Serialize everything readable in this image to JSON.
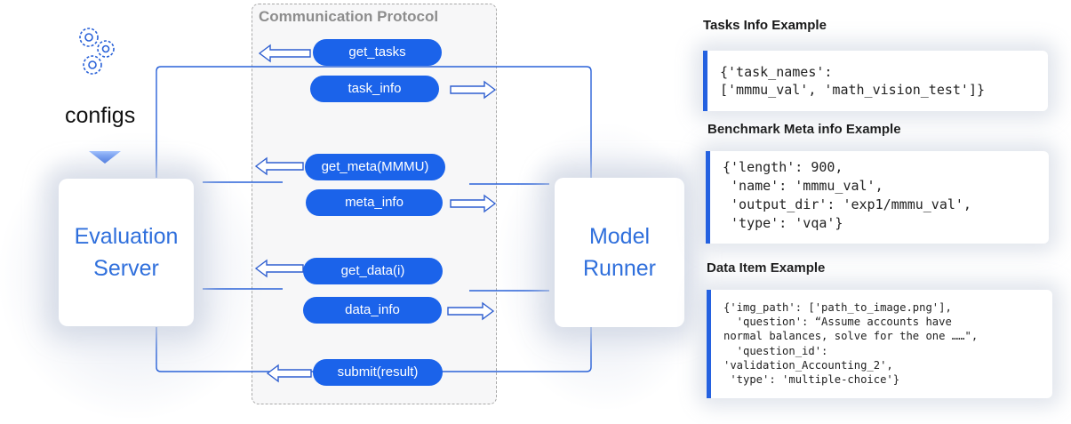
{
  "configs": {
    "label": "configs",
    "icon": "gears-icon"
  },
  "evaluation_server": {
    "line1": "Evaluation",
    "line2": "Server"
  },
  "model_runner": {
    "line1": "Model",
    "line2": "Runner"
  },
  "protocol": {
    "title": "Communication Protocol",
    "messages": [
      {
        "label": "get_tasks",
        "direction": "left"
      },
      {
        "label": "task_info",
        "direction": "right"
      },
      {
        "label": "get_meta(MMMU)",
        "direction": "left"
      },
      {
        "label": "meta_info",
        "direction": "right"
      },
      {
        "label": "get_data(i)",
        "direction": "left"
      },
      {
        "label": "data_info",
        "direction": "right"
      },
      {
        "label": "submit(result)",
        "direction": "left"
      }
    ]
  },
  "examples": {
    "tasks": {
      "title": "Tasks Info Example",
      "code": "{'task_names':\n['mmmu_val', 'math_vision_test']}"
    },
    "meta": {
      "title": "Benchmark Meta info Example",
      "code": "{'length': 900,\n 'name': 'mmmu_val',\n 'output_dir': 'exp1/mmmu_val',\n 'type': 'vqa'}"
    },
    "data": {
      "title": "Data Item Example",
      "code": "{'img_path': ['path_to_image.png'],\n  'question': “Assume accounts have\nnormal balances, solve for the one ……\",\n  'question_id':\n'validation_Accounting_2',\n 'type': 'multiple-choice'}"
    }
  },
  "colors": {
    "accent": "#1b63ea",
    "node_text": "#2f6fdc",
    "line": "#2a62d8",
    "arrow": "#2f5fd0"
  }
}
